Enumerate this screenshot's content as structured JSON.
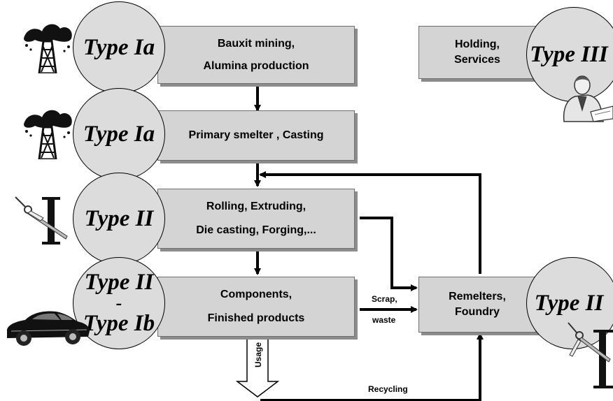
{
  "boxes": {
    "bauxit": [
      "Bauxit mining,",
      "Alumina production"
    ],
    "smelter": "Primary smelter , Casting",
    "rolling": [
      "Rolling, Extruding,",
      "Die casting, Forging,..."
    ],
    "components": [
      "Components,",
      "Finished products"
    ],
    "remelters": [
      "Remelters,",
      "Foundry"
    ],
    "holding": [
      "Holding,",
      "Services"
    ]
  },
  "types": {
    "ia": "Type Ia",
    "ii": "Type II",
    "ib_dash": "-",
    "ib": "Type Ib",
    "iii": "Type III"
  },
  "flow_labels": {
    "scrap": "Scrap,",
    "waste": "waste",
    "recycling": "Recycling",
    "usage": "Usage"
  },
  "icons": [
    "oil-derrick-icon",
    "compass-icon",
    "car-icon",
    "businessman-icon"
  ]
}
